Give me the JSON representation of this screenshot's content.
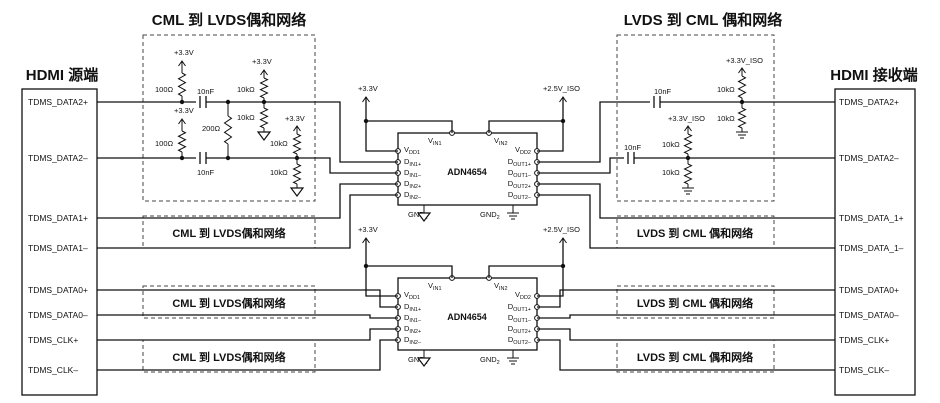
{
  "titles": {
    "top_left": "CML 到 LVDS偶和网络",
    "top_right": "LVDS 到 CML 偶和网络"
  },
  "headers": {
    "source": "HDMI 源端",
    "sink": "HDMI 接收端"
  },
  "left_signals": [
    "TDMS_DATA2+",
    "TDMS_DATA2–",
    "TDMS_DATA1+",
    "TDMS_DATA1–",
    "TDMS_DATA0+",
    "TDMS_DATA0–",
    "TDMS_CLK+",
    "TDMS_CLK–"
  ],
  "right_signals": [
    "TDMS_DATA2+",
    "TDMS_DATA2–",
    "TDMS_DATA_1+",
    "TDMS_DATA_1–",
    "TDMS_DATA0+",
    "TDMS_DATA0–",
    "TDMS_CLK+",
    "TDMS_CLK–"
  ],
  "chip_name": "ADN4654",
  "chip_pins": {
    "vin1": "V",
    "vin1_sub": "IN1",
    "vin2": "V",
    "vin2_sub": "IN2",
    "vdd1": "V",
    "vdd1_sub": "DD1",
    "vdd2": "V",
    "vdd2_sub": "DD2",
    "gnd1": "GND",
    "gnd1_sub": "1",
    "gnd2": "GND",
    "gnd2_sub": "2",
    "left": [
      {
        "main": "D",
        "sub": "IN1+"
      },
      {
        "main": "D",
        "sub": "IN1–"
      },
      {
        "main": "D",
        "sub": "IN2+"
      },
      {
        "main": "D",
        "sub": "IN2–"
      }
    ],
    "right": [
      {
        "main": "D",
        "sub": "OUT1+"
      },
      {
        "main": "D",
        "sub": "OUT1–"
      },
      {
        "main": "D",
        "sub": "OUT2+"
      },
      {
        "main": "D",
        "sub": "OUT2–"
      }
    ]
  },
  "coupling_labels": {
    "cml_to_lvds": "CML 到 LVDS偶和网络",
    "lvds_to_cml": "LVDS 到 CML 偶和网络"
  },
  "power": {
    "p33": "+3.3V",
    "p25iso": "+2.5V_ISO",
    "p33iso": "+3.3V_ISO"
  },
  "components": {
    "r100": "100Ω",
    "r200": "200Ω",
    "r10k": "10kΩ",
    "c10n": "10nF"
  }
}
